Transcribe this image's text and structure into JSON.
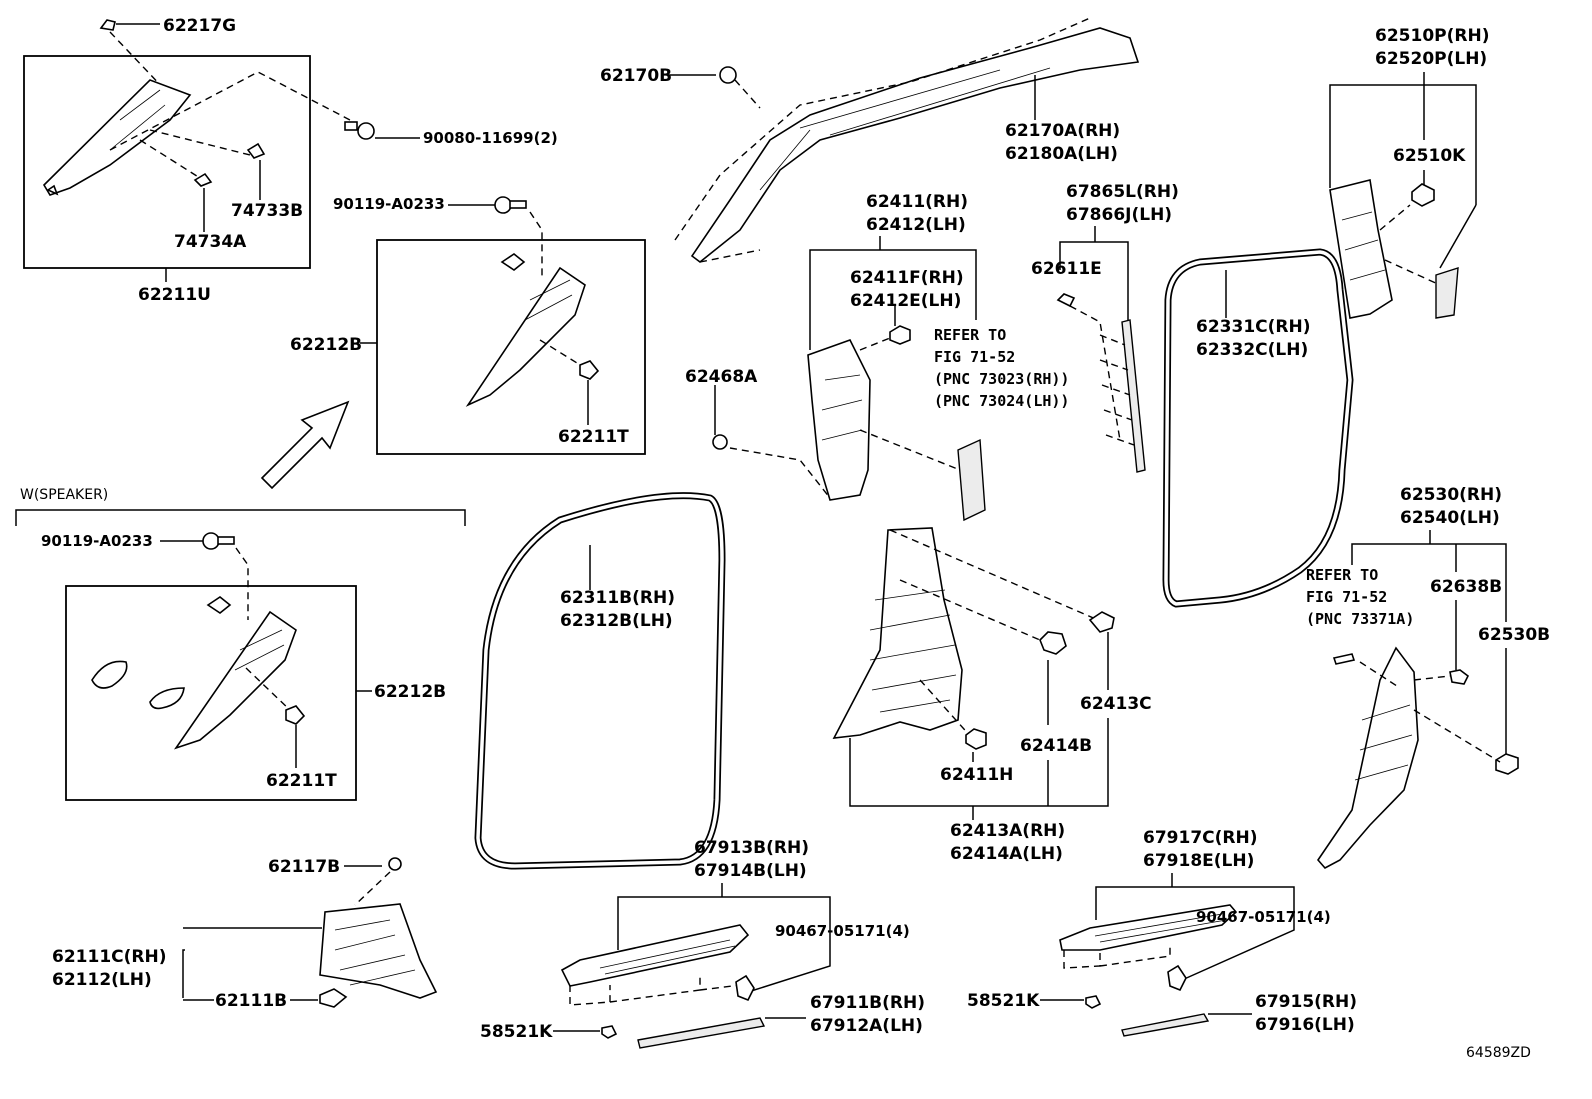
{
  "figure_id": "64589ZD",
  "group_label": "W(SPEAKER)",
  "labels": {
    "l62217G": "62217G",
    "l90080": "90080-11699(2)",
    "l74733B": "74733B",
    "l74734A": "74734A",
    "l62211U": "62211U",
    "l90119a": "90119-A0233",
    "l62212Ba": "62212B",
    "l62211Ta": "62211T",
    "l90119b": "90119-A0233",
    "l62212Bb": "62212B",
    "l62211Tb": "62211T",
    "l62117B": "62117B",
    "l62111C": "62111C(RH)",
    "l62112": "62112(LH)",
    "l62111B": "62111B",
    "l58521Ka": "58521K",
    "l62170B": "62170B",
    "l62170A": "62170A(RH)",
    "l62180A": "62180A(LH)",
    "l62411": "62411(RH)",
    "l62412": "62412(LH)",
    "l62411F": "62411F(RH)",
    "l62412E": "62412E(LH)",
    "l62468A": "62468A",
    "l62311B": "62311B(RH)",
    "l62312B": "62312B(LH)",
    "l67865L": "67865L(RH)",
    "l67866J": "67866J(LH)",
    "l62611E": "62611E",
    "l62413C": "62413C",
    "l62414B": "62414B",
    "l62411H": "62411H",
    "l62413A": "62413A(RH)",
    "l62414A": "62414A(LH)",
    "l67913B": "67913B(RH)",
    "l67914B": "67914B(LH)",
    "l90467a": "90467-05171(4)",
    "l67911B": "67911B(RH)",
    "l67912A": "67912A(LH)",
    "l62510P": "62510P(RH)",
    "l62520P": "62520P(LH)",
    "l62510K": "62510K",
    "l62331C": "62331C(RH)",
    "l62332C": "62332C(LH)",
    "l62530": "62530(RH)",
    "l62540": "62540(LH)",
    "l62638B": "62638B",
    "l62530B": "62530B",
    "l67917C": "67917C(RH)",
    "l67918E": "67918E(LH)",
    "l90467b": "90467-05171(4)",
    "l58521Kb": "58521K",
    "l67915": "67915(RH)",
    "l67916": "67916(LH)"
  },
  "notes": {
    "ref1": [
      "REFER TO",
      "FIG 71-52",
      "(PNC 73023(RH))",
      "(PNC 73024(LH))"
    ],
    "ref2": [
      "REFER TO",
      "FIG 71-52",
      "(PNC 73371A)"
    ]
  }
}
